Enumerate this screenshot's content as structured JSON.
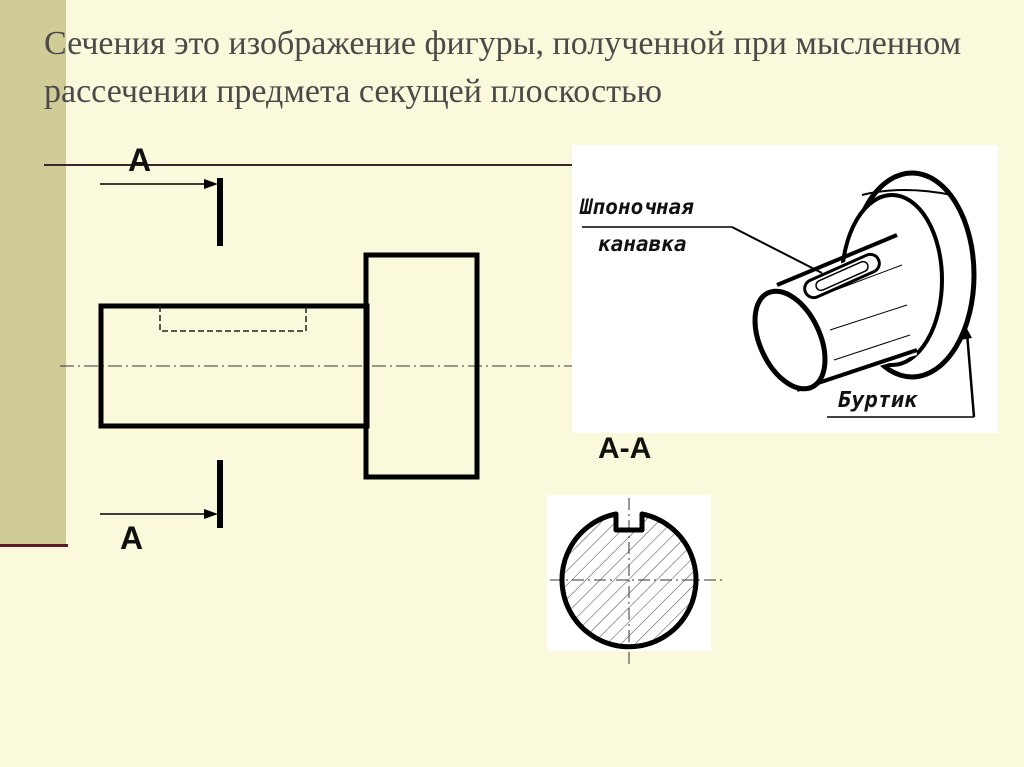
{
  "slide": {
    "title": "Сечения это изображение фигуры, полученной при мысленном рассечении предмета секущей плоскостью"
  },
  "drawing": {
    "cut_label_top": "А",
    "cut_label_bottom": "А",
    "section_label": "А-А"
  },
  "photo": {
    "keyway_label_line1": "Шпоночная",
    "keyway_label_line2": "канавка",
    "collar_label": "Буртик"
  },
  "colors": {
    "background": "#fbf9dc",
    "sidebar": "#cfcc98",
    "sidebar_line": "#5a1a2a",
    "title_text": "#4a4a4a"
  }
}
